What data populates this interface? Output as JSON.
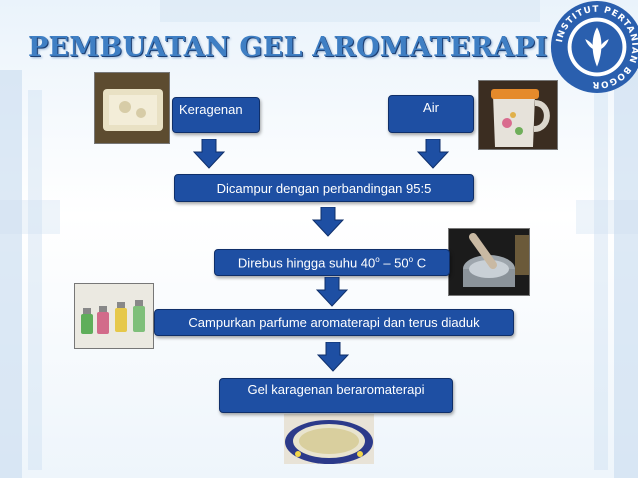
{
  "title": "PEMBUATAN GEL AROMATERAPI",
  "steps": {
    "keragenan": "Keragenan",
    "air": "Air",
    "campur": "Dicampur dengan perbandingan 95:5",
    "rebus_pre": "Direbus hingga suhu 40",
    "rebus_sup1": "o",
    "rebus_mid": " – 50",
    "rebus_sup2": "o",
    "rebus_post": " C",
    "parfum": "Campurkan parfume aromaterapi dan terus diaduk",
    "gel": "Gel karagenan beraromaterapi"
  },
  "colors": {
    "box_fill": "#1e4fa3",
    "arrow_fill": "#1e4fa3",
    "title": "#3f7fc4"
  },
  "logo": {
    "ring_text": "INSTITUT PERTANIAN BOGOR"
  }
}
